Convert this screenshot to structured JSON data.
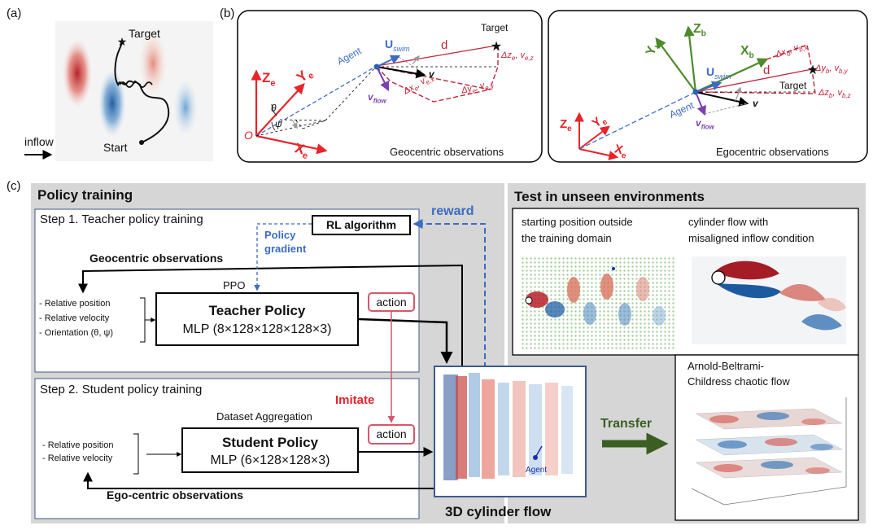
{
  "panel_a": {
    "label": "(a)",
    "target": "Target",
    "start": "Start",
    "inflow": "inflow"
  },
  "panel_b": {
    "label": "(b)",
    "geo": {
      "caption": "Geocentric observations",
      "target": "Target",
      "agent": "Agent",
      "origin": "O",
      "theta": "θ",
      "psi": "ψ",
      "ze": "Z",
      "ye": "Y",
      "xe": "X",
      "sub_e": "e",
      "uswim": "U",
      "uswim_sub": "swim",
      "d": "d",
      "v": "v",
      "vflow": "v",
      "vflow_sub": "flow",
      "dz": "Δz",
      "dz_rest": "e, v",
      "dz_sub2": "e,z",
      "dy": "Δy",
      "dy_rest": "e, v",
      "dy_sub2": "e,y",
      "dx": "Δx",
      "dx_rest": "e, v",
      "dx_sub2": "e,x"
    },
    "ego": {
      "caption": "Egocentric observations",
      "target": "Target",
      "agent": "Agent",
      "zb": "Z",
      "yb": "Y",
      "xb": "X",
      "sub_b": "b",
      "ze": "Z",
      "ye": "Y",
      "xe": "X",
      "sub_e": "e",
      "uswim": "U",
      "uswim_sub": "swim",
      "d": "d",
      "v": "v",
      "vflow": "v",
      "vflow_sub": "flow",
      "dx": "Δx",
      "dx_rest": "b, v",
      "dx_sub2": "b,x",
      "dy": "Δy",
      "dy_rest": "b, v",
      "dy_sub2": "b,y",
      "dz": "Δz",
      "dz_rest": "b, v",
      "dz_sub2": "b,z"
    }
  },
  "panel_c": {
    "label": "(c)",
    "policy_training": "Policy  training",
    "step1": "Step 1. Teacher policy training",
    "rl_algorithm": "RL algorithm",
    "policy_gradient_1": "Policy",
    "policy_gradient_2": "gradient",
    "reward": "reward",
    "geocentric_obs": "Geocentric observations",
    "ppo": "PPO",
    "teacher_inputs": [
      "- Relative position",
      "- Relative velocity",
      "- Orientation  (θ, ψ)"
    ],
    "teacher_title": "Teacher Policy",
    "teacher_mlp": "MLP (8×128×128×128×3)",
    "action1": "action",
    "imitate": "Imitate",
    "step2": "Step 2. Student policy training",
    "dataset_aggregation": "Dataset Aggregation",
    "student_inputs": [
      "- Relative  position",
      "- Relative velocity"
    ],
    "student_title": "Student Policy",
    "student_mlp": "MLP (6×128×128×3)",
    "action2": "action",
    "egocentric_obs": "Ego-centric observations",
    "cylinder_caption": "3D cylinder  flow",
    "agent": "Agent",
    "transfer": "Transfer",
    "test_title": "Test in unseen environments",
    "test1_line1": "starting position outside",
    "test1_line2": "the training domain",
    "test2_line1": "cylinder flow with",
    "test2_line2": "misaligned inflow condition",
    "abc_line1": "Arnold-Beltrami-",
    "abc_line2": "Childress chaotic flow"
  },
  "colors": {
    "red_axis": "#e8242a",
    "blue_label": "#3c6bc4",
    "green_axis": "#4d8a2a",
    "purple": "#7b3fb5",
    "dark_red": "#c0263a",
    "pink_box": "#d9556b",
    "gray_panel": "#d6d6d6",
    "transfer_green": "#3b5e22"
  }
}
